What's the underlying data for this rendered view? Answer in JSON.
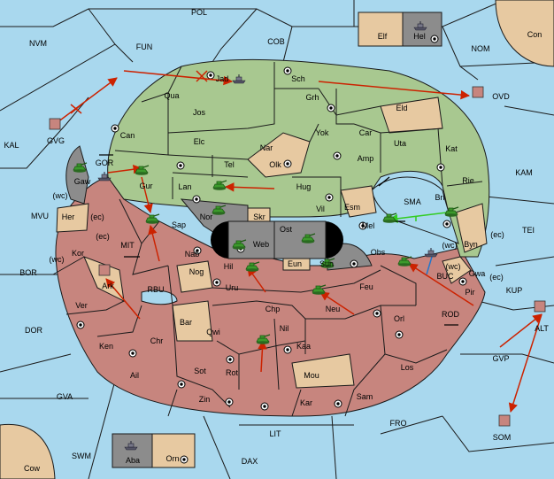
{
  "colors": {
    "sea": "#a9d8ee",
    "green": "#a8c890",
    "red": "#c7857e",
    "neutral": "#e7c9a1",
    "grey": "#8c8c8c",
    "order": "#cc2200",
    "support_green": "#33cc22",
    "convoy_blue": "#2277cc"
  },
  "sea_labels": [
    {
      "name": "region-pol",
      "text": "POL"
    },
    {
      "name": "region-nvm",
      "text": "NVM"
    },
    {
      "name": "region-fun",
      "text": "FUN"
    },
    {
      "name": "region-cob",
      "text": "COB"
    },
    {
      "name": "region-nom",
      "text": "NOM"
    },
    {
      "name": "region-con",
      "text": "Con"
    },
    {
      "name": "region-kal",
      "text": "KAL"
    },
    {
      "name": "region-gvg",
      "text": "GVG"
    },
    {
      "name": "region-ovd",
      "text": "OVD"
    },
    {
      "name": "region-kam",
      "text": "KAM"
    },
    {
      "name": "region-gor",
      "text": "GOR"
    },
    {
      "name": "region-mvu",
      "text": "MVU"
    },
    {
      "name": "region-sma",
      "text": "SMA"
    },
    {
      "name": "region-tei",
      "text": "TEI"
    },
    {
      "name": "region-mit",
      "text": "MIT"
    },
    {
      "name": "region-bor",
      "text": "BOR"
    },
    {
      "name": "region-rbu",
      "text": "RBU"
    },
    {
      "name": "region-buc",
      "text": "BUC"
    },
    {
      "name": "region-kup",
      "text": "KUP"
    },
    {
      "name": "region-dor",
      "text": "DOR"
    },
    {
      "name": "region-rod",
      "text": "ROD"
    },
    {
      "name": "region-alt",
      "text": "ALT"
    },
    {
      "name": "region-gvp",
      "text": "GVP"
    },
    {
      "name": "region-gva",
      "text": "GVA"
    },
    {
      "name": "region-fro",
      "text": "FRO"
    },
    {
      "name": "region-som",
      "text": "SOM"
    },
    {
      "name": "region-lit",
      "text": "LIT"
    },
    {
      "name": "region-swm",
      "text": "SWM"
    },
    {
      "name": "region-dax",
      "text": "DAX"
    },
    {
      "name": "region-cow",
      "text": "Cow"
    },
    {
      "name": "coast-wc-1",
      "text": "(wc)"
    },
    {
      "name": "coast-ec-1",
      "text": "(ec)"
    },
    {
      "name": "coast-ec-2",
      "text": "(ec)"
    },
    {
      "name": "coast-wc-2",
      "text": "(wc)"
    },
    {
      "name": "coast-wc-3",
      "text": "(wc)"
    },
    {
      "name": "coast-ec-3",
      "text": "(ec)"
    },
    {
      "name": "coast-wc-4",
      "text": "(wc)"
    },
    {
      "name": "coast-ec-4",
      "text": "(ec)"
    }
  ],
  "land_labels": [
    {
      "name": "prov-jad",
      "text": "Jad"
    },
    {
      "name": "prov-sch",
      "text": "Sch"
    },
    {
      "name": "prov-qua",
      "text": "Qua"
    },
    {
      "name": "prov-jos",
      "text": "Jos"
    },
    {
      "name": "prov-grh",
      "text": "Grh"
    },
    {
      "name": "prov-eld",
      "text": "Eld"
    },
    {
      "name": "prov-can",
      "text": "Can"
    },
    {
      "name": "prov-yok",
      "text": "Yok"
    },
    {
      "name": "prov-car",
      "text": "Car"
    },
    {
      "name": "prov-uta",
      "text": "Uta"
    },
    {
      "name": "prov-elc",
      "text": "Elc"
    },
    {
      "name": "prov-nar",
      "text": "Nar"
    },
    {
      "name": "prov-amp",
      "text": "Amp"
    },
    {
      "name": "prov-kat",
      "text": "Kat"
    },
    {
      "name": "prov-olk",
      "text": "Olk"
    },
    {
      "name": "prov-tel",
      "text": "Tel"
    },
    {
      "name": "prov-gaw",
      "text": "Gaw"
    },
    {
      "name": "prov-gur",
      "text": "Gur"
    },
    {
      "name": "prov-lan",
      "text": "Lan"
    },
    {
      "name": "prov-hug",
      "text": "Hug"
    },
    {
      "name": "prov-rie",
      "text": "Rie"
    },
    {
      "name": "prov-bri",
      "text": "Bri"
    },
    {
      "name": "prov-her",
      "text": "Her"
    },
    {
      "name": "prov-nor",
      "text": "Nor"
    },
    {
      "name": "prov-skr",
      "text": "Skr"
    },
    {
      "name": "prov-vil",
      "text": "Vil"
    },
    {
      "name": "prov-esm",
      "text": "Esm"
    },
    {
      "name": "prov-sap",
      "text": "Sap"
    },
    {
      "name": "prov-ost",
      "text": "Ost"
    },
    {
      "name": "prov-mel",
      "text": "Mel"
    },
    {
      "name": "prov-web",
      "text": "Web"
    },
    {
      "name": "prov-byn",
      "text": "Byn"
    },
    {
      "name": "prov-kor",
      "text": "Kor"
    },
    {
      "name": "prov-nab",
      "text": "Nab"
    },
    {
      "name": "prov-obs",
      "text": "Obs"
    },
    {
      "name": "prov-eun",
      "text": "Eun"
    },
    {
      "name": "prov-sun",
      "text": "Sun"
    },
    {
      "name": "prov-gwa",
      "text": "Gwa"
    },
    {
      "name": "prov-nog",
      "text": "Nog"
    },
    {
      "name": "prov-ark",
      "text": "Ark"
    },
    {
      "name": "prov-hil",
      "text": "Hil"
    },
    {
      "name": "prov-pir",
      "text": "Pir"
    },
    {
      "name": "prov-uru",
      "text": "Uru"
    },
    {
      "name": "prov-feu",
      "text": "Feu"
    },
    {
      "name": "prov-ver",
      "text": "Ver"
    },
    {
      "name": "prov-chp",
      "text": "Chp"
    },
    {
      "name": "prov-neu",
      "text": "Neu"
    },
    {
      "name": "prov-bar",
      "text": "Bar"
    },
    {
      "name": "prov-orl",
      "text": "Orl"
    },
    {
      "name": "prov-qwi",
      "text": "Qwi"
    },
    {
      "name": "prov-nil",
      "text": "Nil"
    },
    {
      "name": "prov-ken",
      "text": "Ken"
    },
    {
      "name": "prov-chr",
      "text": "Chr"
    },
    {
      "name": "prov-kaa",
      "text": "Kaa"
    },
    {
      "name": "prov-los",
      "text": "Los"
    },
    {
      "name": "prov-ail",
      "text": "Ail"
    },
    {
      "name": "prov-sot",
      "text": "Sot"
    },
    {
      "name": "prov-rot",
      "text": "Rot"
    },
    {
      "name": "prov-mou",
      "text": "Mou"
    },
    {
      "name": "prov-zin",
      "text": "Zin"
    },
    {
      "name": "prov-kar",
      "text": "Kar"
    },
    {
      "name": "prov-sam",
      "text": "Sam"
    },
    {
      "name": "prov-elf",
      "text": "Elf"
    },
    {
      "name": "prov-hel",
      "text": "Hel"
    },
    {
      "name": "prov-aba",
      "text": "Aba"
    },
    {
      "name": "prov-orn",
      "text": "Orn"
    }
  ]
}
